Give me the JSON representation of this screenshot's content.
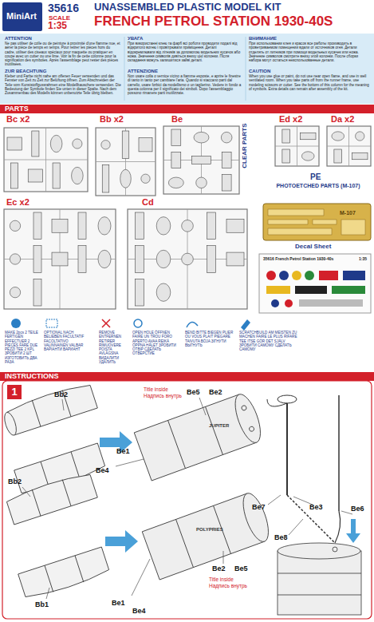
{
  "diagram": {
    "title": "FRENCH PETROL STATION 1930-40S",
    "nodes": [
      {
        "text": [
          "PARTS"
        ]
      },
      {
        "text": [
          "INSTRUCTIONS"
        ]
      },
      {
        "text": [
          "1"
        ]
      }
    ],
    "labels": [
      "MiniArt",
      "35616",
      "SCALE",
      "1:35",
      "UNASSEMBLED PLASTIC MODEL KIT",
      "ATTENTION",
      "Ne pas utiliser de colle ou de peinture à proximité d'une flamme nue, et aérer la pièce de temps en temps. Pour retirer les pièces hors du cadre, utiliser des ciseaux spéciaux pour maquette ou pratiquer en coupe avec un cutter ou une lime. Voir la fin de cette colonne pour la signification des symboles. Après l'assemblage peut rester des pièces inutilisées.",
      "ZUR BEACHTUNG",
      "Kleber und Farbe nicht nahe am offenen Feuer verwenden und das Fenster von Zeit zu Zeit zur Belüftung öffnen. Zum Abschneiden der Teile vom Kunststoffgussrahmen eine Modellbauschere verwenden. Die Bedeutung der Symbole finden Sie unten in dieser Spalte. Nach dem Zusammenbau des Modells können unbenutzte Teile übrig bleiben.",
      "УВАГА",
      "При використанні клею та фарб всі роботи проводити подалі від відкритого вогню і провітрювати приміщення. Деталі відокремлювати від літників за допомогою модельних кусачок або ножа. Значення символів дивіться внизу цієї колонки. Після складання можуть залишитися зайві деталі.",
      "ATTENZIONE",
      "Non usare colla o vernice vicino a fiamme esposte, e aprire le finestre di tanto in tanto per cambiare l'aria. Quando si staccano parti dal carrello, usare forbici da modellismo o un taglierino. Vedere in fondo a questa colonna per il significato dei simboli. Dopo l'assemblaggio possono rimanere parti inutilizzate.",
      "ВНИМАНИЕ",
      "При использовании клея и красок все работы производить в проветриваемом помещении вдали от источников огня. Детали отделять от литников при помощи модельных кусачек или ножа. Значение символов смотрите внизу этой колонки. После сборки набора могут остаться неиспользованные детали.",
      "CAUTION",
      "When you use glue or paint, do not use near open flame, and use in well ventilated room. When you take parts off from the runner frame, use modeling scissors or cutter. See the bottom of this column for the meaning of symbols. Extra details can remain after assembly of the kit.",
      "Bc x2",
      "Bb x2",
      "Be",
      "Ed x2",
      "Da x2",
      "CLEAR PARTS",
      "Ec x2",
      "Cd",
      "PE",
      "PHOTOETCHED PARTS (M-107)",
      "M-107",
      "Decal Sheet",
      "35616 French Petrol Station 1930-40s",
      "1:35",
      "MAKE 2pcs 2 TEILE FERTIGEN EFFECTUER 2 PIECES FARE DUE PEZZI TEE 2 KPL ЗРОБИТИ 2 ШТ ИЗГОТОВИТЬ ДВА РАЗА",
      "OPTIONAL NACH BELIEBEN FACULTATIF FACOLTATIVO VALINNAINEN VALBAR ВАРІАНТИ ВАРИАНТ",
      "REMOVE ENTFERNEN RETIRER RIMUOVERE POISTA AVLÄGSNA ВИДАЛИТИ УДАЛИТЬ",
      "OPEN HOLE ÖFFNEN FAIRE UN TROU FORO APERTO AVAA REIKÄ ÖPPNA HÅLET ЗРОБИТИ ОТВІР СДЕЛАТЬ ОТВЕРСТИЕ",
      "BEND BITTE BIEGEN PLIER OU VOUS PLAIT PIEGARE TAIVUTA BÖJA ЗІГНУТИ ВЫГНУТЬ",
      "SCRATCHBUILD AM MEISTEN ZU MACHEN FAIRE LE PLUS RIFARE TEE ITSE GÖR DET SJÄLV ЗРОБИТИ САМОМУ СДЕЛАТЬ САМОМУ",
      "Bb2",
      "Be4",
      "Be1",
      "Title inside",
      "Надпись внутрь",
      "Be5",
      "Be2",
      "JUPITER",
      "Bb2",
      "Bb1",
      "Be2",
      "Be5",
      "Title inside",
      "Надпись внутрь",
      "Be1",
      "Be4",
      "POLYPRIES",
      "Be7",
      "Be3",
      "Be8",
      "Be6"
    ]
  }
}
